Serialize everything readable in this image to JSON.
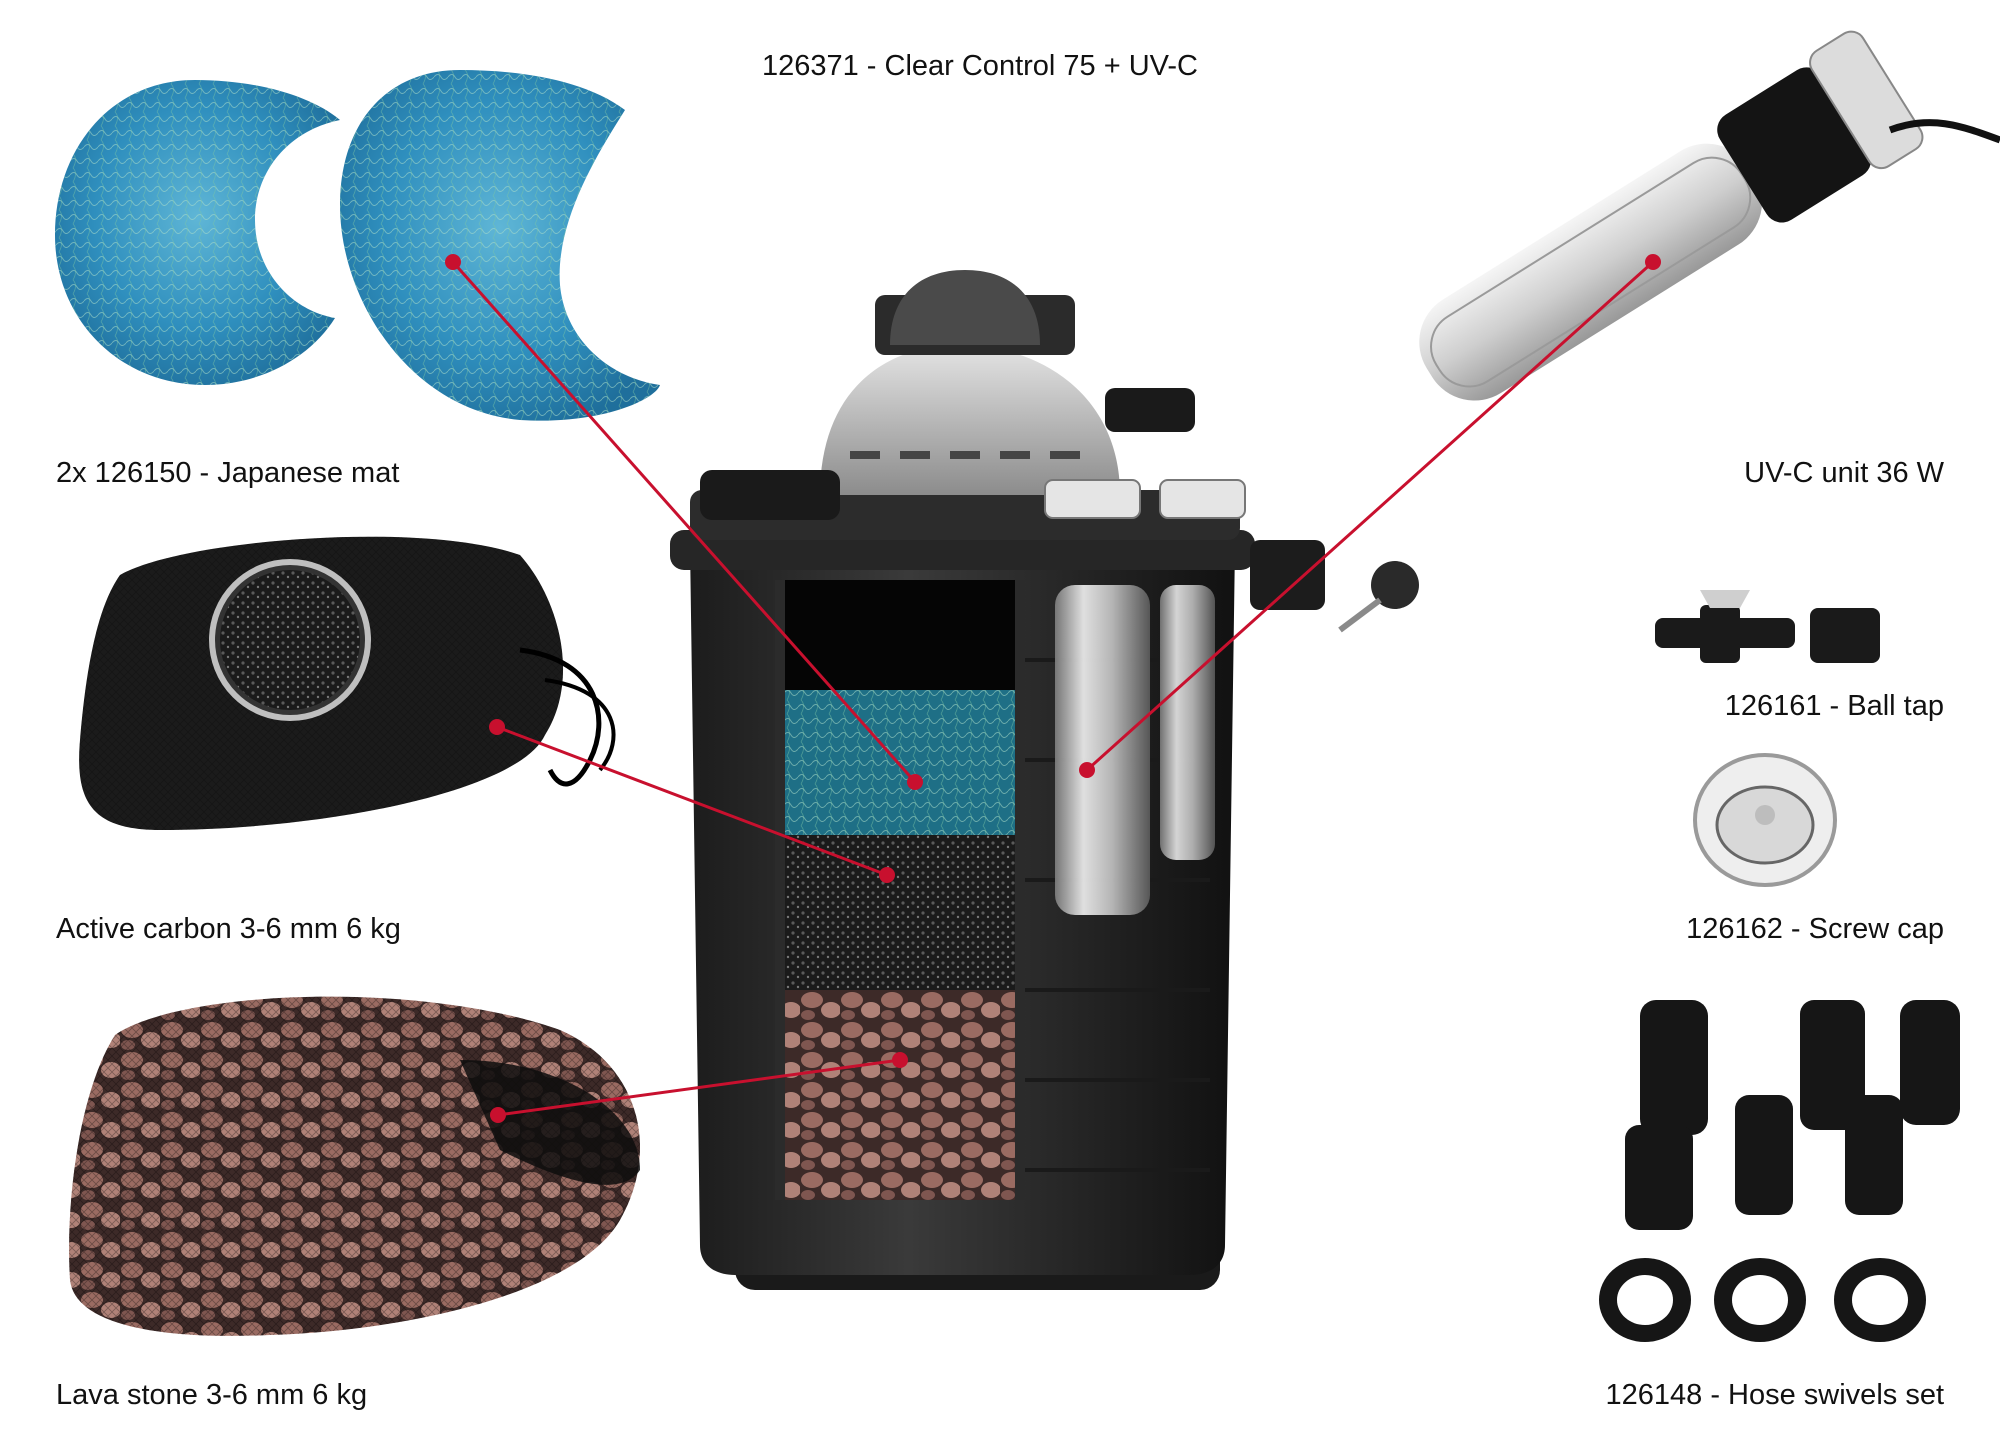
{
  "title": "126371 - Clear Control 75 + UV-C",
  "accent_color": "#c8102e",
  "labels": {
    "japanese_mat": "2x 126150 - Japanese mat",
    "active_carbon": "Active carbon 3-6 mm 6 kg",
    "lava_stone": "Lava stone 3-6 mm 6 kg",
    "uvc_unit": "UV-C unit 36 W",
    "ball_tap": "126161 - Ball tap",
    "screw_cap": "126162 - Screw cap",
    "hose_swivels": "126148 - Hose swivels set"
  }
}
